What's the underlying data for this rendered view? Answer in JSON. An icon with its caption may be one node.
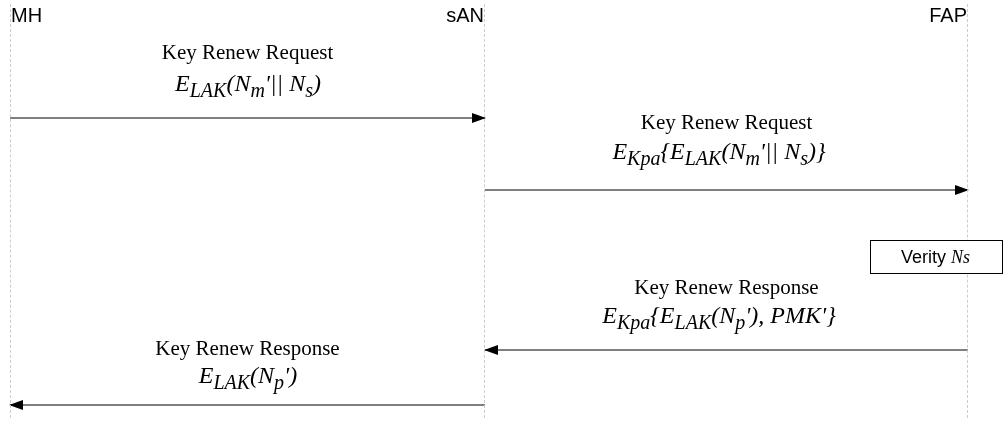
{
  "diagram": {
    "nodes": [
      {
        "text": [
          "MH"
        ]
      },
      {
        "text": [
          "sAN"
        ]
      },
      {
        "text": [
          "FAP"
        ]
      },
      {
        "text": [
          "Verity *Ns*"
        ]
      }
    ],
    "edges": [
      {
        "from": 0,
        "to": 1,
        "arrow": "to",
        "label": "Key Renew Request"
      },
      {
        "from": 1,
        "to": 2,
        "arrow": "to",
        "label": "Key Renew Request"
      },
      {
        "from": 2,
        "to": 1,
        "arrow": "to",
        "label": "Key Renew Response"
      },
      {
        "from": 1,
        "to": 0,
        "arrow": "to",
        "label": "Key Renew Response"
      }
    ],
    "labels": [
      "E$_{LAK}$(N$_{m}$'|| N$_{s}$)",
      "E$_{K}$$_{pa}${E$_{LAK}$(N$_{m}$'|| N$_{s}$)}",
      "E$_{K}$$_{pa}${E$_{LAK}$(N$_{p}$'), PMK'}",
      "E$_{LAK}$(N$_{p}$')"
    ]
  }
}
